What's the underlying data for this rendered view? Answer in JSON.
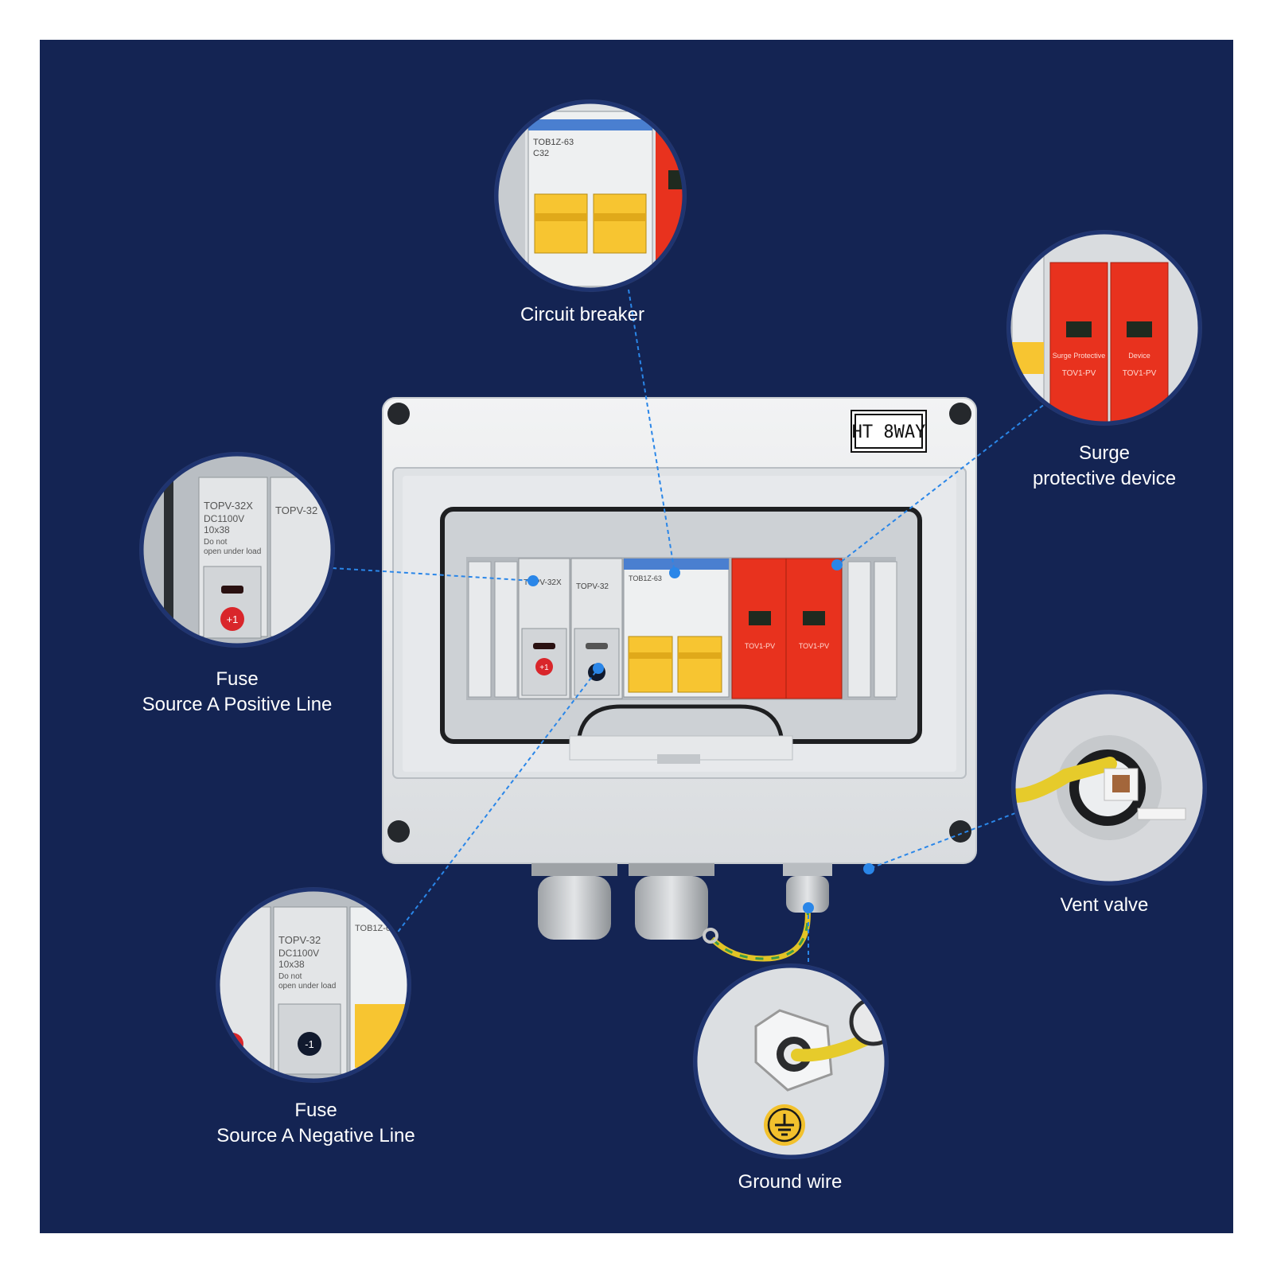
{
  "enclosure": {
    "model_label": "HT 8WAY"
  },
  "device_text": {
    "fuse_pos_model": "TOPV-32X",
    "fuse_neg_model": "TOPV-32",
    "fuse_rating": "DC1100V",
    "fuse_size": "10x38",
    "fuse_warning_1": "Do not",
    "fuse_warning_2": "open under load",
    "breaker_model": "TOB1Z-63",
    "breaker_rating": "C32",
    "spd_model": "TOV1-PV",
    "spd_name_1": "Surge Protective",
    "spd_name_2": "Device",
    "pos_symbol": "+1",
    "neg_symbol": "-1"
  },
  "callouts": {
    "circuit_breaker": "Circuit breaker",
    "surge_protective_line1": "Surge",
    "surge_protective_line2": "protective device",
    "fuse_positive_line1": "Fuse",
    "fuse_positive_line2": "Source A Positive Line",
    "fuse_negative_line1": "Fuse",
    "fuse_negative_line2": "Source A Negative Line",
    "vent_valve": "Vent valve",
    "ground_wire": "Ground wire"
  },
  "colors": {
    "background": "#142453",
    "accent_blue": "#2a86e8",
    "enclosure_grey": "#e6e8ea",
    "spd_red": "#e8321e",
    "breaker_yellow": "#f7c531"
  }
}
